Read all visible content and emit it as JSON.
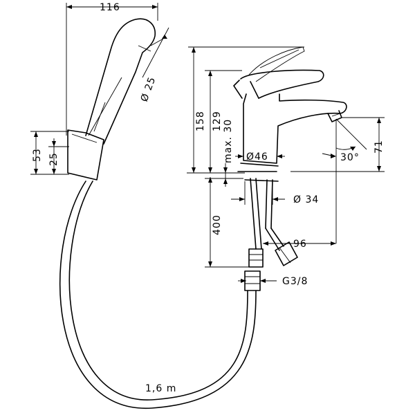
{
  "labels": {
    "handshower_length": "116",
    "spray_diameter": "Ø 25",
    "holder_height": "53",
    "holder_width": "25",
    "overall_height": "158",
    "spout_height": "129",
    "max_deck": "max. 30",
    "body_diameter": "Ø46",
    "spout_clearance": "71",
    "spout_angle": "30°",
    "hole_diameter": "Ø 34",
    "hose_length_supply": "400",
    "spout_reach": "96",
    "thread": "G3/8",
    "hose_length": "1,6 m"
  }
}
